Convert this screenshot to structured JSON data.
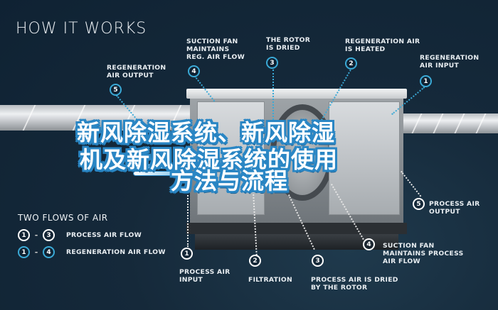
{
  "header": {
    "title": "HOW IT WORKS"
  },
  "overlay_caption": {
    "line1": "新风除湿系统、新风除湿",
    "line2": "机及新风除湿系统的使用",
    "line3": "方法与流程"
  },
  "colors": {
    "accent_blue": "#3aa9d6",
    "caption_outline": "#2a86c4",
    "background": "#0f2233"
  },
  "regeneration_steps": [
    {
      "number": "1",
      "label": "REGENERATION\nAIR INPUT"
    },
    {
      "number": "2",
      "label": "REGENERATION AIR\nIS HEATED"
    },
    {
      "number": "3",
      "label": "THE ROTOR\nIS DRIED"
    },
    {
      "number": "4",
      "label": "SUCTION FAN\nMAINTAINS\nREG. AIR FLOW"
    },
    {
      "number": "5",
      "label": "REGENERATION\nAIR OUTPUT"
    }
  ],
  "process_steps": [
    {
      "number": "1",
      "label": "PROCESS AIR\nINPUT"
    },
    {
      "number": "2",
      "label": "FILTRATION"
    },
    {
      "number": "3",
      "label": "PROCESS AIR IS DRIED\nBY THE ROTOR"
    },
    {
      "number": "4",
      "label": "SUCTION FAN\nMAINTAINS PROCESS\nAIR FLOW"
    },
    {
      "number": "5",
      "label": "PROCESS AIR\nOUTPUT"
    }
  ],
  "legend": {
    "title": "TWO FLOWS OF AIR",
    "rows": [
      {
        "from": "1",
        "to": "3",
        "label": "PROCESS AIR FLOW",
        "style": "white"
      },
      {
        "from": "1",
        "to": "4",
        "label": "REGENERATION AIR FLOW",
        "style": "blue"
      }
    ],
    "separator": "-"
  }
}
